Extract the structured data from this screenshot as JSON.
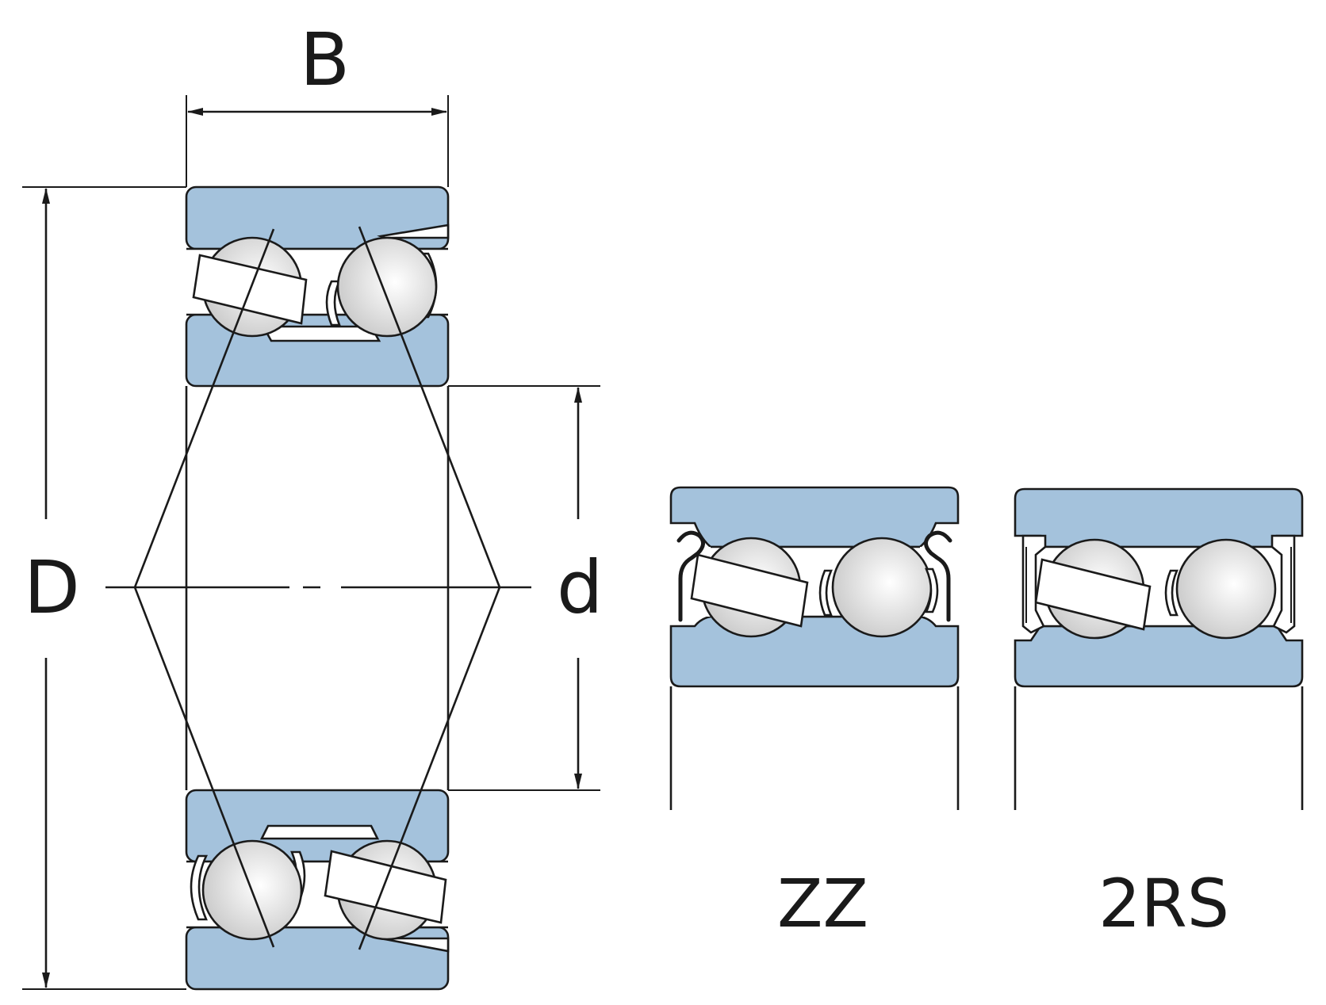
{
  "dimensions": {
    "width_label": "B",
    "outer_diameter_label": "D",
    "bore_diameter_label": "d"
  },
  "variants": [
    {
      "label": "ZZ"
    },
    {
      "label": "2RS"
    }
  ],
  "colors": {
    "ring_fill": "#a4c2dc",
    "line": "#1a1a1a",
    "ball_highlight": "#ffffff",
    "ball_shade": "#c9c9c9"
  }
}
